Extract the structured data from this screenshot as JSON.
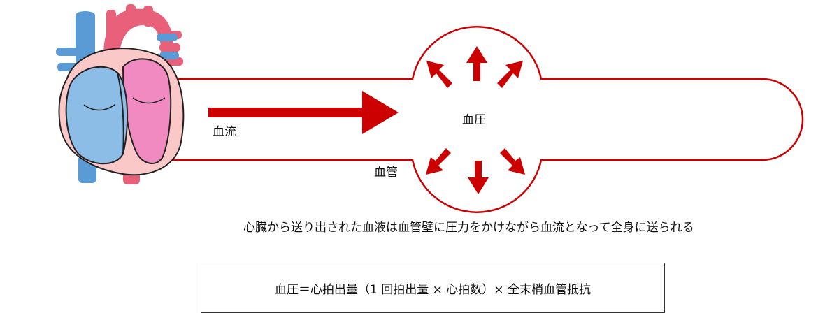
{
  "labels": {
    "blood_flow": "血流",
    "blood_pressure": "血圧",
    "blood_vessel": "血管"
  },
  "caption": "心臓から送り出された血液は血管壁に圧力をかけながら血流となって全身に送られる",
  "formula": "血圧＝心拍出量（1 回拍出量 × 心拍数）× 全末梢血管抵抗",
  "colors": {
    "vessel": "#cc0000",
    "arrow": "#cc0000",
    "aorta": "#e8607a",
    "vein": "#5b9bd5",
    "heart_outer": "#fbc8c8",
    "atrium_left": "#f08ac0",
    "chamber_blue": "#8bbde6"
  },
  "icons": [
    "heart-icon"
  ]
}
